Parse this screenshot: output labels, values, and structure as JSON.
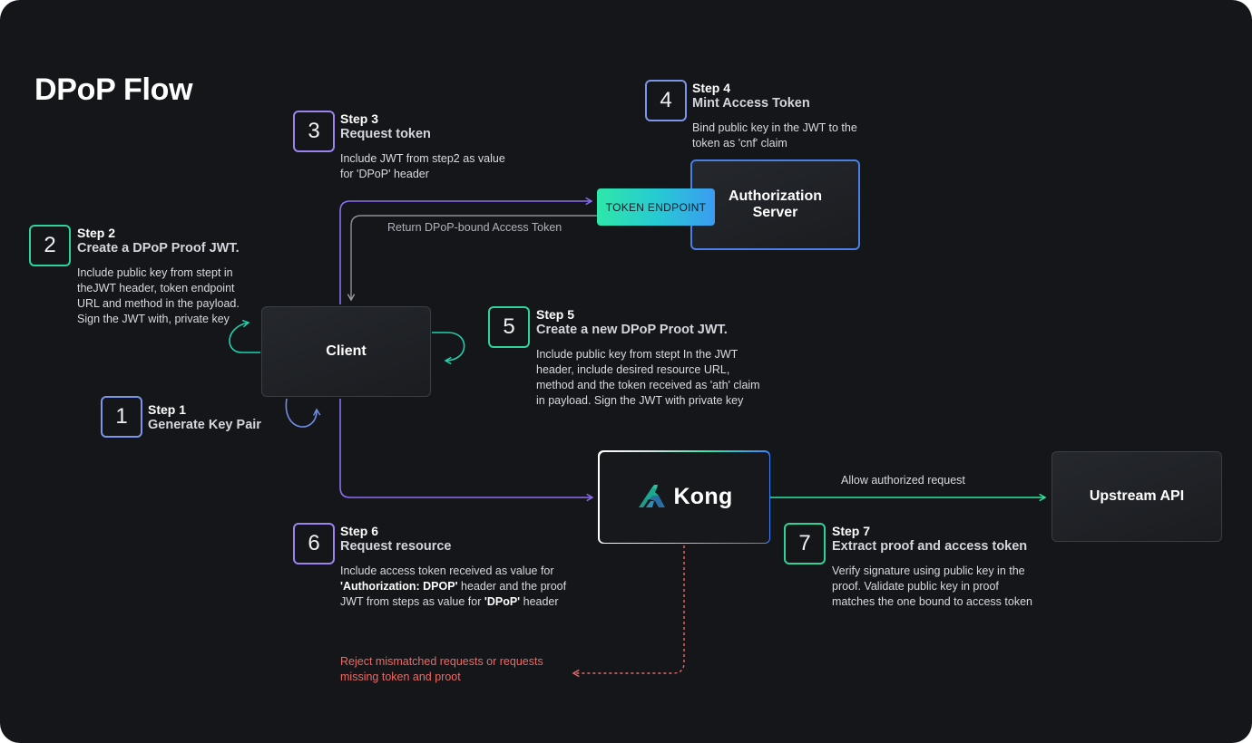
{
  "title": "DPoP Flow",
  "nodes": {
    "client": "Client",
    "auth_server": "Authorization\nServer",
    "token_endpoint": "TOKEN ENDPOINT",
    "kong": "Kong",
    "upstream": "Upstream API"
  },
  "steps": [
    {
      "number": "1",
      "title": "Step 1",
      "subtitle": "Generate Key Pair"
    },
    {
      "number": "2",
      "title": "Step 2",
      "subtitle": "Create a DPoP Proof JWT.",
      "description": "Include public key from stept in\ntheJWT header, token endpoint\nURL and method in the payload.\nSign the JWT with, private key"
    },
    {
      "number": "3",
      "title": "Step 3",
      "subtitle": "Request token",
      "description": "Include JWT from step2 as value\nfor 'DPoP' header"
    },
    {
      "number": "4",
      "title": "Step 4",
      "subtitle": "Mint Access Token",
      "description": "Bind public key in the JWT to the\ntoken as 'cnf' claim"
    },
    {
      "number": "5",
      "title": "Step 5",
      "subtitle": "Create a new DPoP Proot JWT.",
      "description": "Include public key from stept In the JWT\nheader, include desired resource URL,\nmethod and the token received as 'ath' claim\nin payload. Sign the JWT with private key"
    },
    {
      "number": "6",
      "title": "Step 6",
      "subtitle": "Request resource",
      "description_parts": [
        "Include access token received as value for",
        "'Authorization: DPOP'",
        " header and the proof",
        "JWT from steps as value for ",
        "'DPoP'",
        " header"
      ]
    },
    {
      "number": "7",
      "title": "Step 7",
      "subtitle": "Extract proof and access token",
      "description": "Verify signature using public key in the\nproof. Validate public key in proof\nmatches the one bound to access token"
    }
  ],
  "edge_labels": {
    "return_token": "Return DPoP-bound Access Token",
    "allow": "Allow authorized request",
    "reject": "Reject mismatched requests or requests\nmissing token and proot"
  },
  "colors": {
    "background": "#141619",
    "purple_flow": "#8d6ef0",
    "gray_flow": "#8b8f96",
    "green_flow": "#2ee6a0",
    "teal_loop": "#1fd4b0",
    "reject_red": "#ea6b66",
    "auth_border": "#4a7fe6"
  },
  "icons": [
    "kong-logo-icon"
  ]
}
